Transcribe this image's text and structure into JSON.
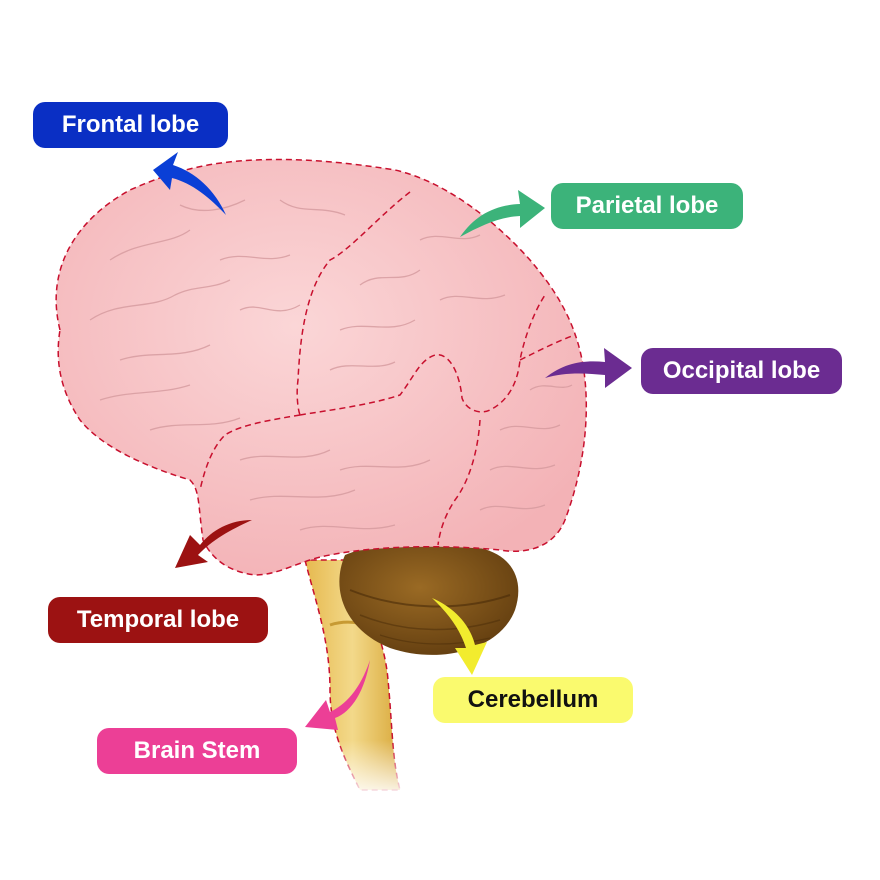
{
  "labels": {
    "frontal": {
      "text": "Frontal lobe",
      "bg": "#0a2fc4",
      "fg": "#ffffff"
    },
    "parietal": {
      "text": "Parietal lobe",
      "bg": "#3cb37a",
      "fg": "#ffffff"
    },
    "occipital": {
      "text": "Occipital lobe",
      "bg": "#6b2c91",
      "fg": "#ffffff"
    },
    "temporal": {
      "text": "Temporal lobe",
      "bg": "#9c1212",
      "fg": "#ffffff"
    },
    "cerebellum": {
      "text": "Cerebellum",
      "bg": "#fafa6e",
      "fg": "#111111"
    },
    "stem": {
      "text": "Brain Stem",
      "bg": "#ec3f96",
      "fg": "#ffffff"
    }
  },
  "colors": {
    "cerebrum": "#f8c0c2",
    "cerebrum_outline": "#c8102e",
    "gyri_line": "#d59a9e",
    "cerebellum": "#7a4f16",
    "brain_stem": "#e8c264"
  },
  "icons": [
    "curved-arrow-icon"
  ]
}
